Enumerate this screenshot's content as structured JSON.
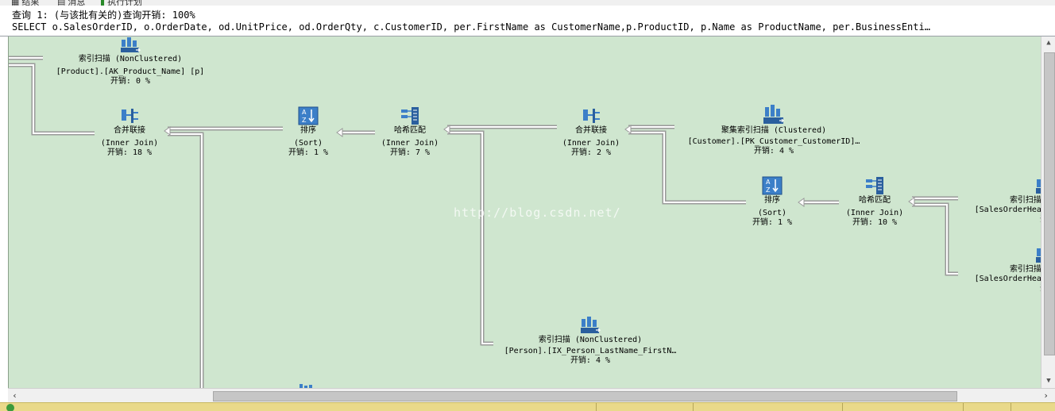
{
  "tabs": [
    {
      "label": "结果",
      "icon": "grid-icon"
    },
    {
      "label": "消息",
      "icon": "message-icon"
    },
    {
      "label": "执行计划",
      "icon": "plan-icon"
    }
  ],
  "query": {
    "title": "查询 1: (与该批有关的)查询开销: 100%",
    "sql": "SELECT o.SalesOrderID, o.OrderDate, od.UnitPrice, od.OrderQty, c.CustomerID, per.FirstName as CustomerName,p.ProductID, p.Name as ProductName, per.BusinessEnti…"
  },
  "watermark": "http://blog.csdn.net/",
  "nodes": {
    "index_scan_product": {
      "name": "索引扫描 (NonClustered)",
      "object": "[Product].[AK_Product_Name] [p]",
      "cost": "开销: 0 %"
    },
    "merge_join_1": {
      "name": "合并联接",
      "type": "(Inner Join)",
      "cost": "开销: 18 %"
    },
    "sort_1": {
      "name": "排序",
      "type": "(Sort)",
      "cost": "开销: 1 %"
    },
    "hash_match_1": {
      "name": "哈希匹配",
      "type": "(Inner Join)",
      "cost": "开销: 7 %"
    },
    "merge_join_2": {
      "name": "合并联接",
      "type": "(Inner Join)",
      "cost": "开销: 2 %"
    },
    "clustered_scan_customer": {
      "name": "聚集索引扫描 (Clustered)",
      "object": "[Customer].[PK_Customer_CustomerID]…",
      "cost": "开销: 4 %"
    },
    "sort_2": {
      "name": "排序",
      "type": "(Sort)",
      "cost": "开销: 1 %"
    },
    "hash_match_2": {
      "name": "哈希匹配",
      "type": "(Inner Join)",
      "cost": "开销: 10 %"
    },
    "index_scan_soh_1": {
      "name": "索引扫描 (N",
      "object": "[SalesOrderHeader",
      "cost": "开销"
    },
    "index_scan_soh_2": {
      "name": "索引扫描 (N",
      "object": "[SalesOrderHeader",
      "cost": "开销"
    },
    "index_scan_person": {
      "name": "索引扫描 (NonClustered)",
      "object": "[Person].[IX_Person_LastName_FirstN…",
      "cost": "开销: 4 %"
    }
  }
}
